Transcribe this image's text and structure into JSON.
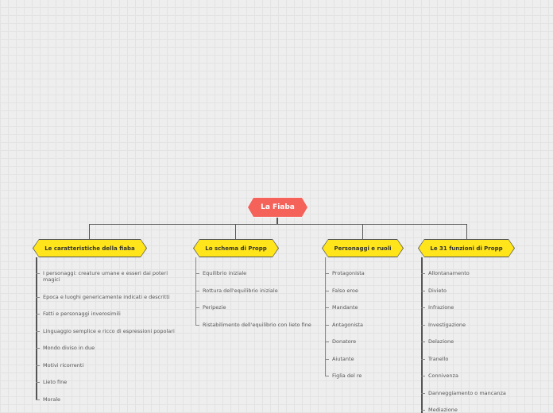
{
  "root": {
    "label": "La Fiaba",
    "color": "#f4625a"
  },
  "branch_color": "#ffe51a",
  "branches": [
    {
      "label": "Le caratteristiche della fiaba",
      "items": [
        "I personaggi: creature umane e esseri dai poteri magici",
        "Epoca e luoghi genericamente indicati e descritti",
        "Fatti e personaggi inverosimili",
        "Linguaggio semplice e ricco di espressioni popolari",
        "Mondo diviso in due",
        "Motivi ricorrenti",
        "Lieto fine",
        "Morale"
      ]
    },
    {
      "label": "Lo schema di Propp",
      "items": [
        "Equilibrio iniziale",
        "Rottura dell'equilibrio iniziale",
        "Peripezie",
        "Ristabilimento dell'equilibrio con lieto fine"
      ]
    },
    {
      "label": "Personaggi e ruoli",
      "items": [
        "Protagonista",
        "Falso eroe",
        "Mandante",
        "Antagonista",
        "Donatore",
        "Aiutante",
        "Figlia del re"
      ]
    },
    {
      "label": "Le 31 funzioni di Propp",
      "items": [
        "Allontanamento",
        "Divieto",
        "Infrazione",
        "Investigazione",
        "Delazione",
        "Tranello",
        "Connivenza",
        "Danneggiamento o mancanza",
        "Mediazione"
      ]
    }
  ]
}
